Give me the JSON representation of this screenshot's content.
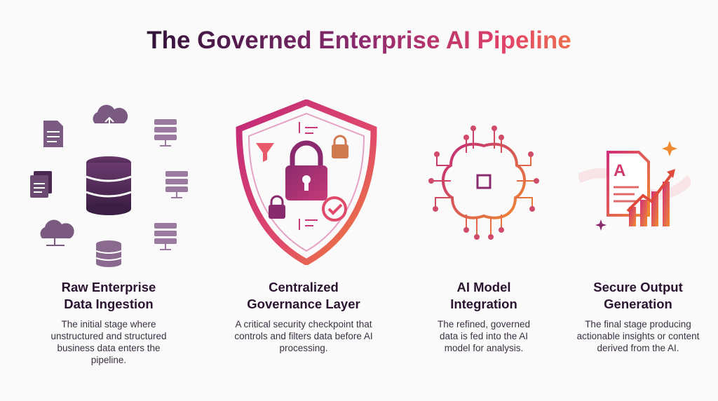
{
  "title": "The Governed Enterprise AI Pipeline",
  "colors": {
    "dark": "#3d1a4a",
    "magenta": "#c0287a",
    "orange": "#f08030"
  },
  "stages": [
    {
      "heading_line1": "Raw Enterprise",
      "heading_line2": "Data Ingestion",
      "description": "The initial stage where unstructured and structured business data enters the pipeline.",
      "icon": "database-icon"
    },
    {
      "heading_line1": "Centralized",
      "heading_line2": "Governance Layer",
      "description": "A critical security checkpoint that controls and filters data before AI processing.",
      "icon": "shield-lock-icon"
    },
    {
      "heading_line1": "AI Model",
      "heading_line2": "Integration",
      "description": "The refined, governed data is fed into the AI model for analysis.",
      "icon": "brain-circuit-icon"
    },
    {
      "heading_line1": "Secure Output",
      "heading_line2": "Generation",
      "description": "The final stage producing actionable insights or content derived from the AI.",
      "icon": "report-chart-icon"
    }
  ]
}
